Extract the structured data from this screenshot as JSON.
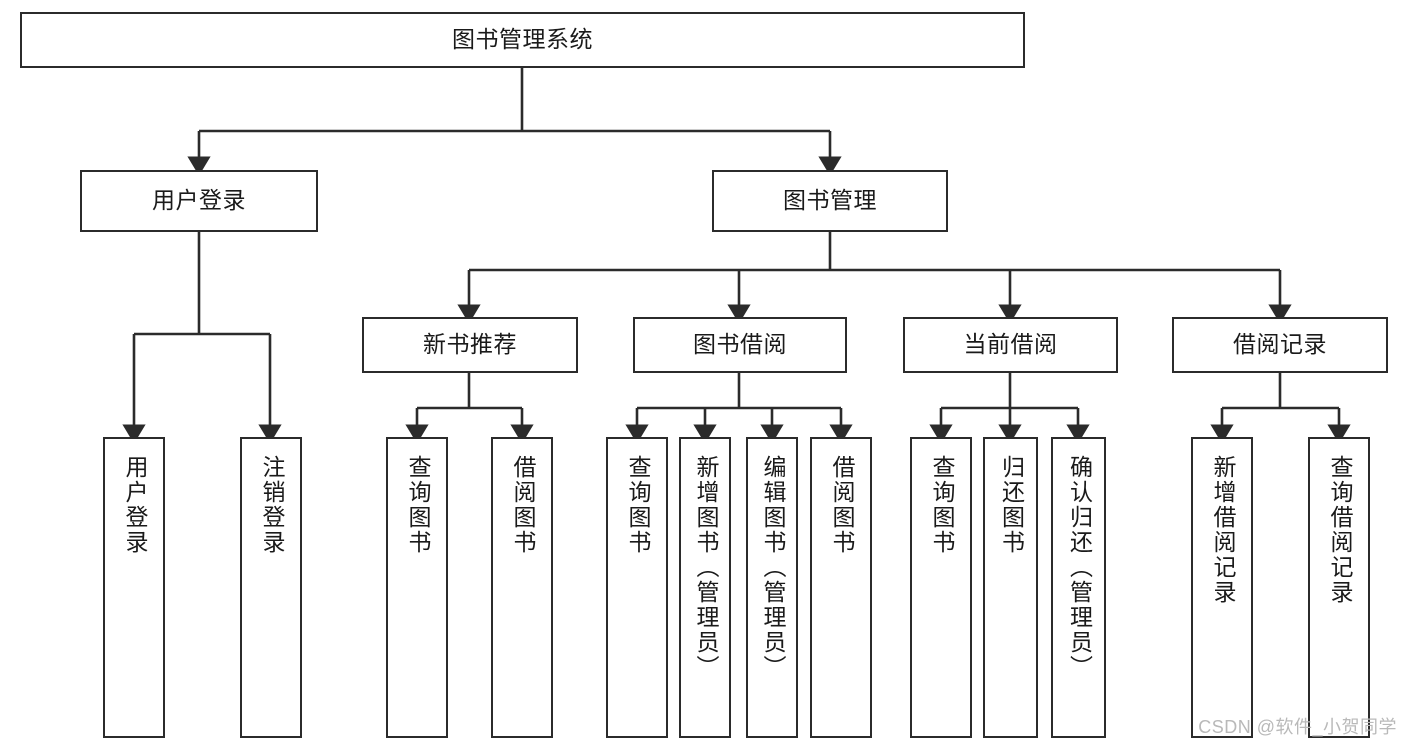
{
  "diagram": {
    "title": "图书管理系统",
    "watermark": "CSDN @软件_小贺同学",
    "root": {
      "label": "图书管理系统"
    },
    "level2": [
      {
        "label": "用户登录"
      },
      {
        "label": "图书管理"
      }
    ],
    "level3": [
      {
        "label": "新书推荐"
      },
      {
        "label": "图书借阅"
      },
      {
        "label": "当前借阅"
      },
      {
        "label": "借阅记录"
      }
    ],
    "leaves": [
      {
        "label": "用户登录"
      },
      {
        "label": "注销登录"
      },
      {
        "label": "查询图书"
      },
      {
        "label": "借阅图书"
      },
      {
        "label": "查询图书"
      },
      {
        "label": "新增图书（管理员）"
      },
      {
        "label": "编辑图书（管理员）"
      },
      {
        "label": "借阅图书"
      },
      {
        "label": "查询图书"
      },
      {
        "label": "归还图书"
      },
      {
        "label": "确认归还（管理员）"
      },
      {
        "label": "新增借阅记录"
      },
      {
        "label": "查询借阅记录"
      }
    ],
    "colors": {
      "stroke": "#2b2b2b",
      "fill": "#ffffff",
      "text": "#1a1a1a",
      "watermark": "#b9b9b9"
    }
  }
}
